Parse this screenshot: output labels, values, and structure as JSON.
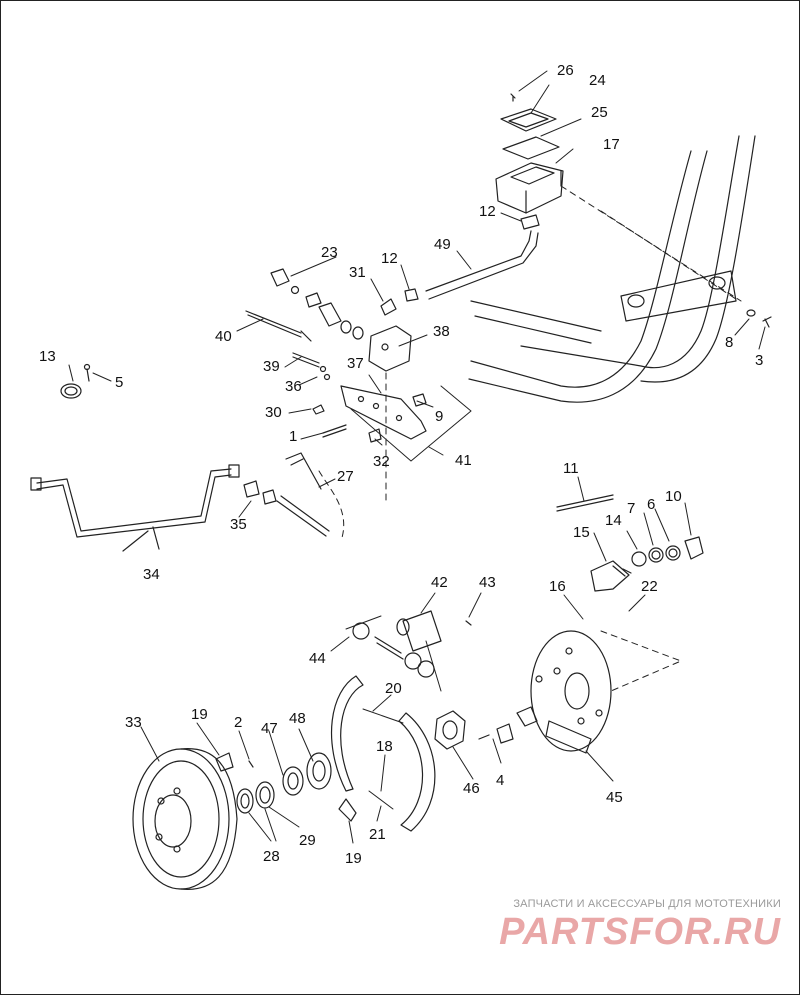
{
  "callouts": [
    {
      "id": "c26",
      "text": "26"
    },
    {
      "id": "c24",
      "text": "24"
    },
    {
      "id": "c25",
      "text": "25"
    },
    {
      "id": "c17",
      "text": "17"
    },
    {
      "id": "c12a",
      "text": "12"
    },
    {
      "id": "c49",
      "text": "49"
    },
    {
      "id": "c23",
      "text": "23"
    },
    {
      "id": "c31",
      "text": "31"
    },
    {
      "id": "c12b",
      "text": "12"
    },
    {
      "id": "c38",
      "text": "38"
    },
    {
      "id": "c40",
      "text": "40"
    },
    {
      "id": "c13",
      "text": "13"
    },
    {
      "id": "c5",
      "text": "5"
    },
    {
      "id": "c39",
      "text": "39"
    },
    {
      "id": "c37",
      "text": "37"
    },
    {
      "id": "c36",
      "text": "36"
    },
    {
      "id": "c9",
      "text": "9"
    },
    {
      "id": "c30",
      "text": "30"
    },
    {
      "id": "c1",
      "text": "1"
    },
    {
      "id": "c32",
      "text": "32"
    },
    {
      "id": "c41",
      "text": "41"
    },
    {
      "id": "c8",
      "text": "8"
    },
    {
      "id": "c3",
      "text": "3"
    },
    {
      "id": "c27",
      "text": "27"
    },
    {
      "id": "c11",
      "text": "11"
    },
    {
      "id": "c35",
      "text": "35"
    },
    {
      "id": "c34",
      "text": "34"
    },
    {
      "id": "c15",
      "text": "15"
    },
    {
      "id": "c14",
      "text": "14"
    },
    {
      "id": "c7",
      "text": "7"
    },
    {
      "id": "c6",
      "text": "6"
    },
    {
      "id": "c10",
      "text": "10"
    },
    {
      "id": "c42",
      "text": "42"
    },
    {
      "id": "c43",
      "text": "43"
    },
    {
      "id": "c16",
      "text": "16"
    },
    {
      "id": "c22",
      "text": "22"
    },
    {
      "id": "c44",
      "text": "44"
    },
    {
      "id": "c20",
      "text": "20"
    },
    {
      "id": "c19a",
      "text": "19"
    },
    {
      "id": "c33",
      "text": "33"
    },
    {
      "id": "c2",
      "text": "2"
    },
    {
      "id": "c47",
      "text": "47"
    },
    {
      "id": "c48",
      "text": "48"
    },
    {
      "id": "c18",
      "text": "18"
    },
    {
      "id": "c46",
      "text": "46"
    },
    {
      "id": "c4",
      "text": "4"
    },
    {
      "id": "c45",
      "text": "45"
    },
    {
      "id": "c29",
      "text": "29"
    },
    {
      "id": "c21",
      "text": "21"
    },
    {
      "id": "c28",
      "text": "28"
    },
    {
      "id": "c19b",
      "text": "19"
    }
  ],
  "watermark": {
    "tagline": "ЗАПЧАСТИ И АКСЕССУАРЫ ДЛЯ МОТОТЕХНИКИ",
    "logo": "PARTSFOR.RU"
  },
  "colors": {
    "line": "#222222",
    "watermark": "#e9a7a7"
  }
}
